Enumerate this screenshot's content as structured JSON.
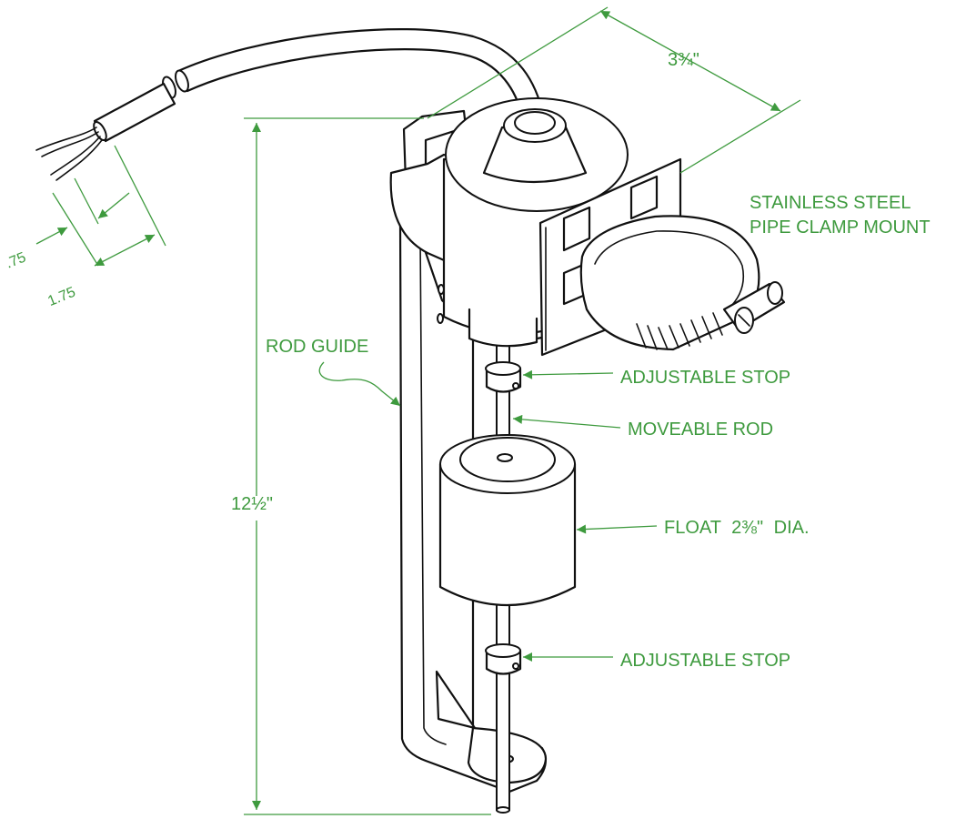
{
  "labels": {
    "clamp_line1": "STAINLESS STEEL",
    "clamp_line2": "PIPE CLAMP MOUNT",
    "rod_guide": "ROD GUIDE",
    "stop_top": "ADJUSTABLE STOP",
    "moveable_rod": "MOVEABLE ROD",
    "float_prefix": "FLOAT",
    "float_dim": "2⅜\"",
    "float_suffix": "DIA.",
    "stop_bottom": "ADJUSTABLE STOP"
  },
  "dimensions": {
    "width": "3¾\"",
    "height": "12½\"",
    "strip_short": ".75",
    "strip_long": "1.75"
  },
  "colors": {
    "annotation": "#3e9a3e",
    "ink": "#111111"
  }
}
